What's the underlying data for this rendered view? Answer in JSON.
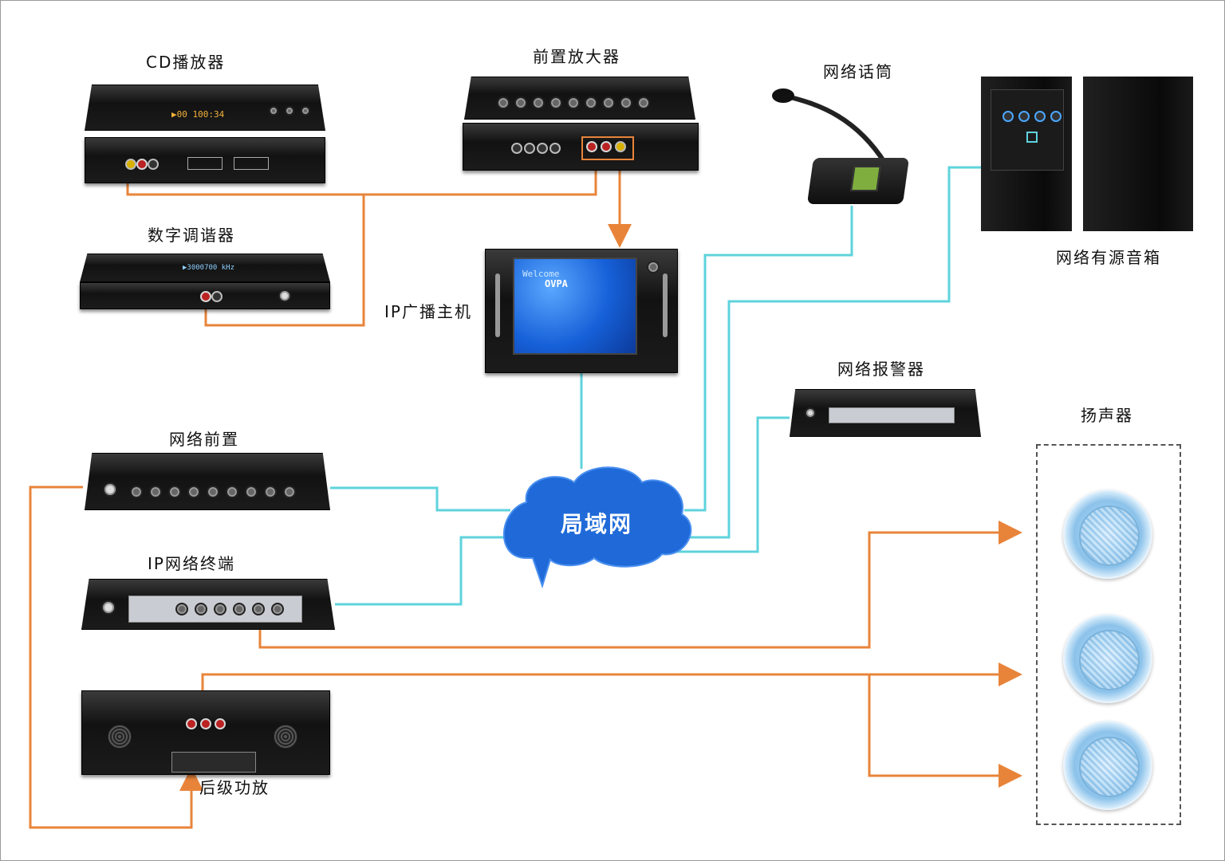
{
  "labels": {
    "cd_player": "CD播放器",
    "preamp": "前置放大器",
    "network_mic": "网络话筒",
    "active_speaker": "网络有源音箱",
    "tuner": "数字调谐器",
    "ip_host": "IP广播主机",
    "network_alarm": "网络报警器",
    "speakers": "扬声器",
    "network_preamp": "网络前置",
    "ip_terminal": "IP网络终端",
    "power_amp": "后级功放",
    "lan": "局域网"
  },
  "device_text": {
    "cd_display": "▶00 100:34",
    "tuner_display": "▶3000700 kHz",
    "host_screen": "Welcome",
    "host_brand": "OVPA"
  },
  "colors": {
    "audio_link": "#e8843a",
    "network_link": "#5fd3dc",
    "cloud": "#1f6ad8",
    "background": "#ffffff"
  }
}
